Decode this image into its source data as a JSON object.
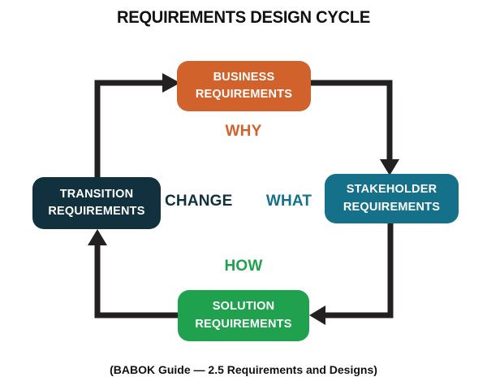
{
  "title": "REQUIREMENTS DESIGN CYCLE",
  "caption": "(BABOK Guide — 2.5 Requirements and Designs)",
  "colors": {
    "business": "#d2622b",
    "stakeholder": "#15708a",
    "solution": "#1fa14d",
    "transition": "#10313d",
    "arrow": "#232021",
    "text_dark": "#111111",
    "box_text": "#ffffff",
    "background": "#ffffff"
  },
  "nodes": {
    "business": {
      "line1": "BUSINESS",
      "line2": "REQUIREMENTS"
    },
    "stakeholder": {
      "line1": "STAKEHOLDER",
      "line2": "REQUIREMENTS"
    },
    "solution": {
      "line1": "SOLUTION",
      "line2": "REQUIREMENTS"
    },
    "transition": {
      "line1": "TRANSITION",
      "line2": "REQUIREMENTS"
    }
  },
  "labels": {
    "why": "WHY",
    "what": "WHAT",
    "how": "HOW",
    "change": "CHANGE"
  }
}
